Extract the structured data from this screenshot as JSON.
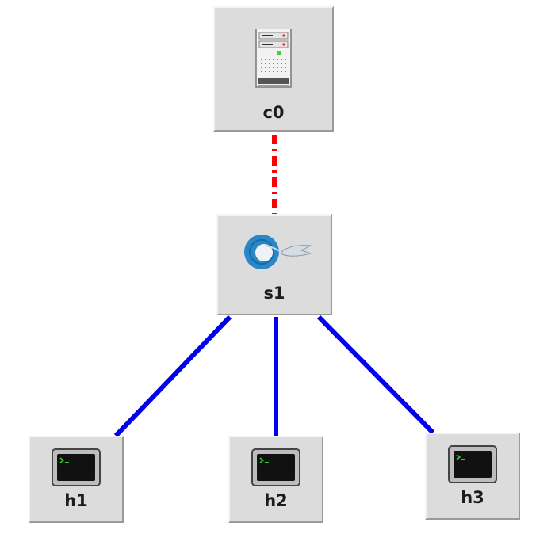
{
  "colors": {
    "controller_link": "#ff0000",
    "switch_link": "#0000ee",
    "node_background": "#dcdcdc"
  },
  "nodes": {
    "c0": {
      "label": "c0",
      "icon": "controller-server-icon"
    },
    "s1": {
      "label": "s1",
      "icon": "openflow-switch-icon"
    },
    "h1": {
      "label": "h1",
      "icon": "host-terminal-icon"
    },
    "h2": {
      "label": "h2",
      "icon": "host-terminal-icon"
    },
    "h3": {
      "label": "h3",
      "icon": "host-terminal-icon"
    }
  },
  "links": [
    {
      "from": "c0",
      "to": "s1",
      "style": "dashdot"
    },
    {
      "from": "s1",
      "to": "h1",
      "style": "solid"
    },
    {
      "from": "s1",
      "to": "h2",
      "style": "solid"
    },
    {
      "from": "s1",
      "to": "h3",
      "style": "solid"
    }
  ]
}
